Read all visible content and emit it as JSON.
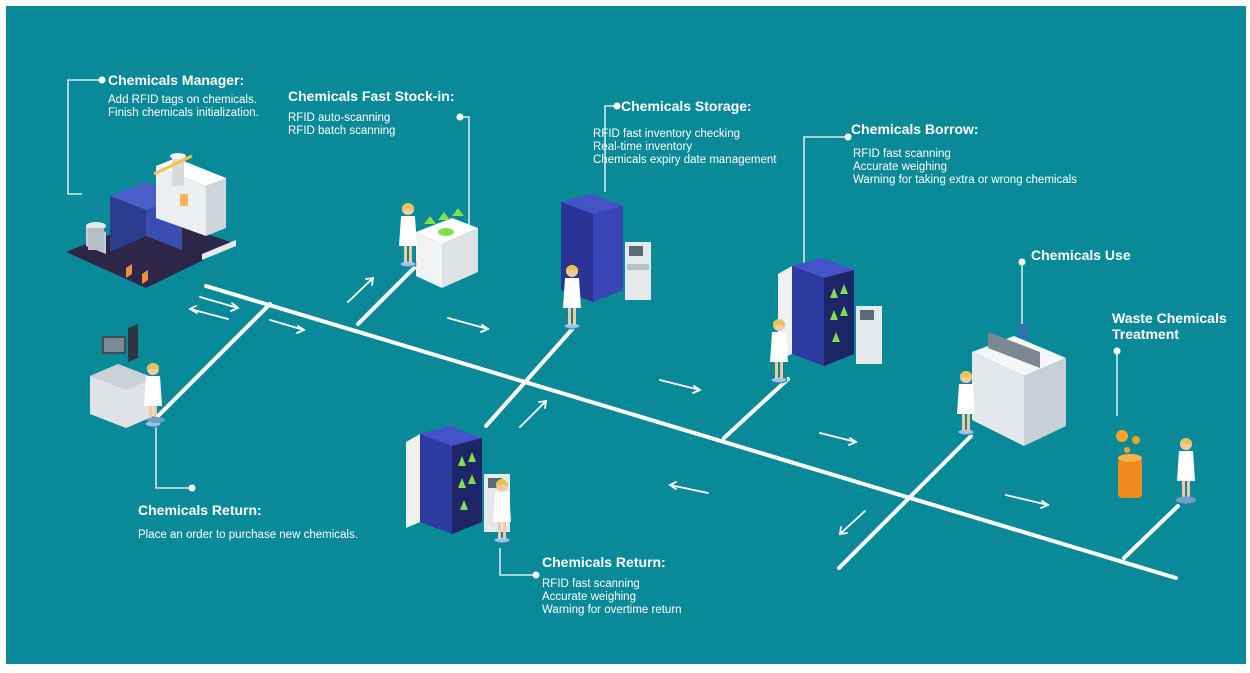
{
  "stages": {
    "manager": {
      "title": "Chemicals Manager:",
      "lines": [
        "Add RFID tags on chemicals.",
        "Finish chemicals initialization."
      ]
    },
    "stock_in": {
      "title": "Chemicals Fast Stock-in:",
      "lines": [
        "RFID auto-scanning",
        "RFID batch scanning"
      ]
    },
    "storage": {
      "title": "Chemicals Storage:",
      "lines": [
        "RFID fast inventory checking",
        "Real-time inventory",
        "Chemicals expiry date management"
      ]
    },
    "borrow": {
      "title": "Chemicals Borrow:",
      "lines": [
        "RFID fast scanning",
        "Accurate weighing",
        "Warning for taking extra or wrong chemicals"
      ]
    },
    "use": {
      "title": "Chemicals Use",
      "lines": []
    },
    "waste": {
      "title": "Waste Chemicals Treatment",
      "lines": []
    },
    "purchase": {
      "title": "Chemicals Return:",
      "lines": [
        "Place an order to purchase new chemicals."
      ]
    },
    "return": {
      "title": "Chemicals Return:",
      "lines": [
        "RFID fast scanning",
        "Accurate weighing",
        "Warning for overtime return"
      ]
    }
  },
  "colors": {
    "background": "#0a8a98",
    "line": "#ffffff",
    "cabinet": "#3a45b8",
    "chemical": "#7ee04a"
  }
}
